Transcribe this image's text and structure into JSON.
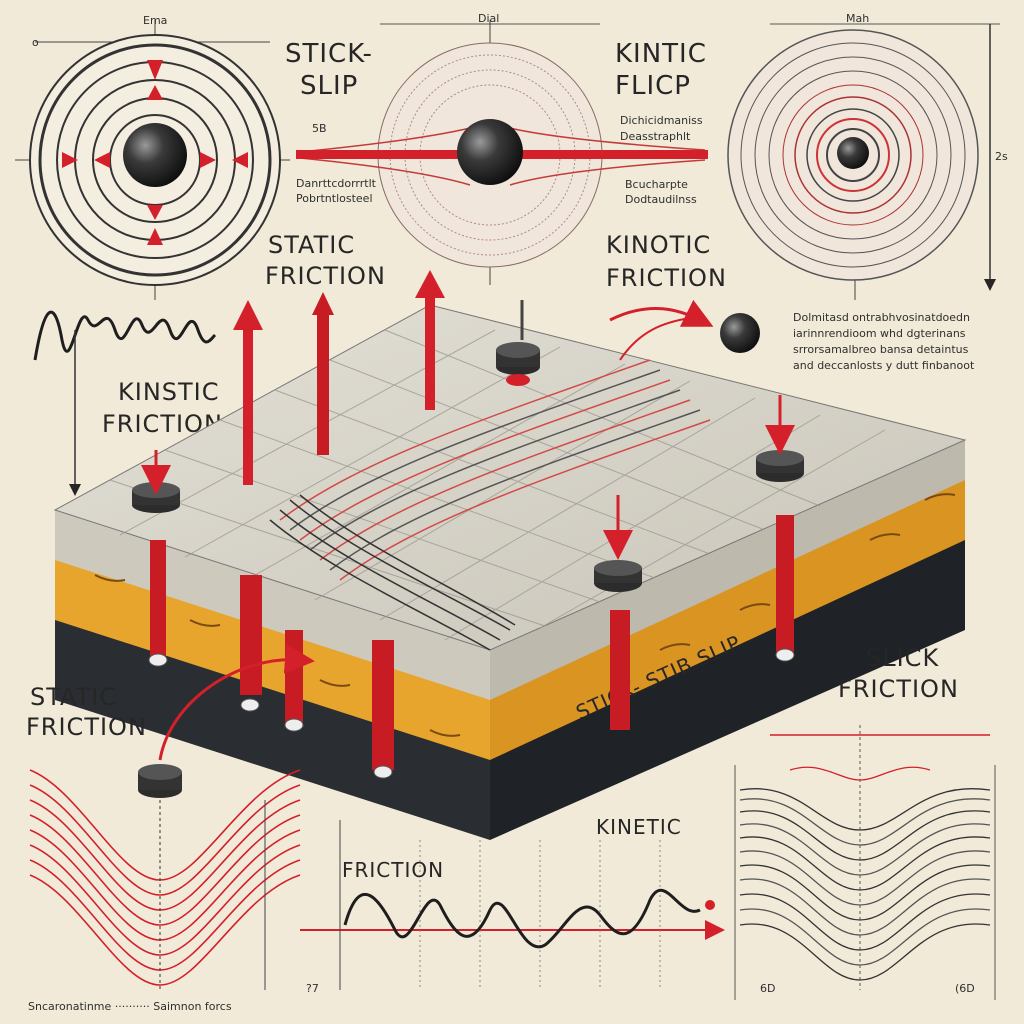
{
  "labels": {
    "stick_slip_top": "STICK-\nSLIP",
    "kinetic_flip_top": "KINTIC\nFLICP",
    "static_friction_mid": "STATIC\nFRICTION",
    "kinetic_friction_mid": "KINOTIC\nFRICTION",
    "kinetic_friction_left": "KINSTIC\nFRICTION",
    "static_friction_bottom": "STATIC\nFRICTION",
    "slick_friction_right": "SLICK\nFRICTION",
    "block_side_text": "STICK-   STIB SLIP",
    "graph_friction": "FRICTION",
    "graph_kinetic": "KINETIC",
    "top_circle_1": "Ema",
    "top_circle_2": "Dial",
    "top_circle_3": "Mah",
    "right_axis_mark": "2s",
    "graph_axis_start": "?7",
    "bottom_right_left": "6D",
    "bottom_right_right": "(6D",
    "bottom_caption": "Sncaronatinme ·········· Saimnon forcs",
    "scribble_1": "Dolmitasd ontrabhvosinatdoedn",
    "scribble_2": "iarinnrendioom whd dgterinans",
    "scribble_3": "srrorsamalbreo bansa detaintus",
    "scribble_4": "and deccanlosts y dutt finbanoot",
    "scribble_5": "Dichicidmaniss",
    "scribble_6": "Deasstraphlt",
    "scribble_7": "Danrttcdorrrtlt",
    "scribble_8": "Pobrtntlosteel",
    "scribble_9": "Bcucharpte",
    "scribble_10": "Dodtaudilnss"
  },
  "colors": {
    "background": "#f1ead8",
    "accent_red": "#d4202a",
    "ink": "#262626",
    "block_top": "#d9d6cc",
    "block_orange": "#e7a52e",
    "block_base": "#2a2d31"
  }
}
